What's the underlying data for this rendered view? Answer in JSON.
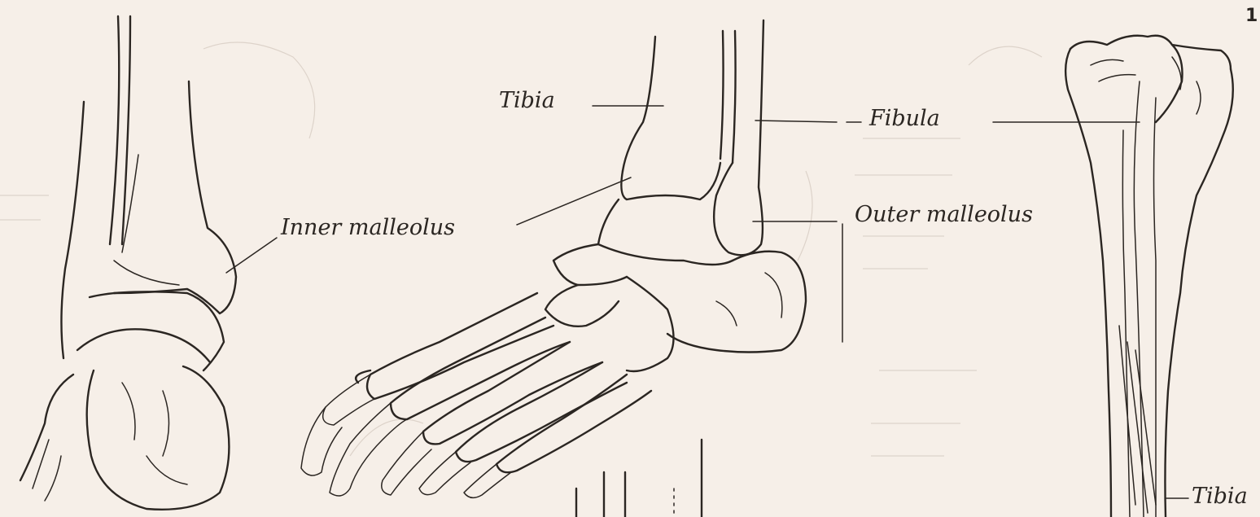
{
  "figure_number": "1",
  "labels": {
    "tibia": "Tibia",
    "fibula": "Fibula",
    "inner_malleolus": "Inner malleolus",
    "outer_malleolus": "Outer malleolus",
    "tibia_bottom": "Tibia"
  },
  "colors": {
    "paper": "#f6efe8",
    "ink": "#2b2622"
  }
}
